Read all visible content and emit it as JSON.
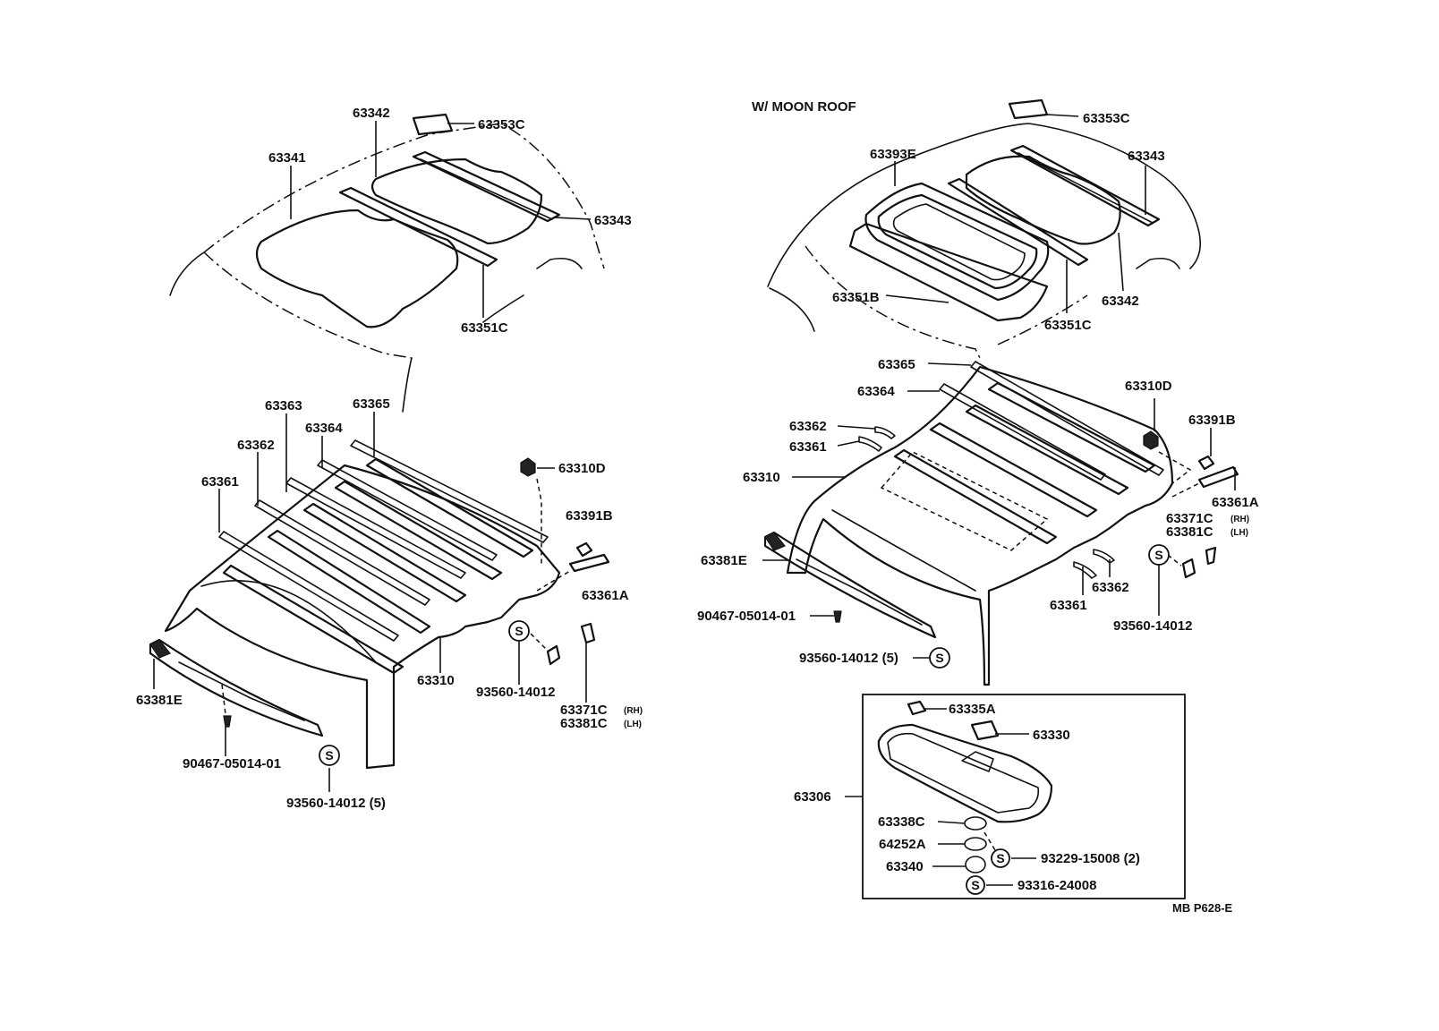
{
  "heading": "W/ MOON ROOF",
  "code": "MB P628-E",
  "symbol": "S",
  "left": {
    "p63353C": "63353C",
    "p63342": "63342",
    "p63341": "63341",
    "p63343": "63343",
    "p63351C": "63351C",
    "p63363": "63363",
    "p63365": "63365",
    "p63364": "63364",
    "p63362": "63362",
    "p63361": "63361",
    "p63310D": "63310D",
    "p63391B": "63391B",
    "p63361A": "63361A",
    "p63310": "63310",
    "p63381E": "63381E",
    "p93560a": "93560-14012",
    "p63371C": "63371C",
    "p63381C": "63381C",
    "rh": "(RH)",
    "lh": "(LH)",
    "p90467": "90467-05014-01",
    "p93560b": "93560-14012 (5)"
  },
  "right": {
    "p63353C": "63353C",
    "p63393E": "63393E",
    "p63343": "63343",
    "p63342": "63342",
    "p63351B": "63351B",
    "p63351C": "63351C",
    "p63365": "63365",
    "p63364": "63364",
    "p63310D": "63310D",
    "p63362": "63362",
    "p63391B": "63391B",
    "p63361": "63361",
    "p63310": "63310",
    "p63361A": "63361A",
    "p63371C": "63371C",
    "p63381C": "63381C",
    "rh": "(RH)",
    "lh": "(LH)",
    "p63381E": "63381E",
    "p90467": "90467-05014-01",
    "p63361b": "63361",
    "p63362b": "63362",
    "p93560a": "93560-14012",
    "p93560b": "93560-14012 (5)"
  },
  "visor": {
    "p63335A": "63335A",
    "p63330": "63330",
    "p63306": "63306",
    "p63338C": "63338C",
    "p64252A": "64252A",
    "p63340": "63340",
    "p93229": "93229-15008 (2)",
    "p93316": "93316-24008"
  }
}
